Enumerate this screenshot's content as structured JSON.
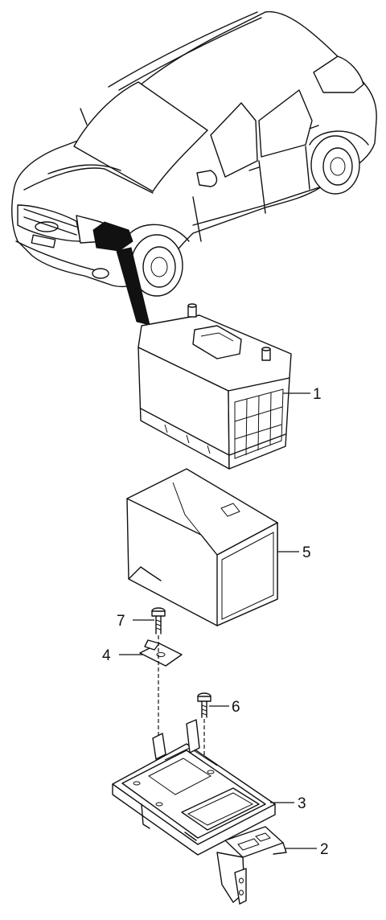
{
  "callouts": [
    {
      "number": "1",
      "part": "battery"
    },
    {
      "number": "2",
      "part": "battery-bracket"
    },
    {
      "number": "3",
      "part": "battery-tray"
    },
    {
      "number": "4",
      "part": "battery-clamp"
    },
    {
      "number": "5",
      "part": "battery-insulation-pad"
    },
    {
      "number": "6",
      "part": "tray-bolt"
    },
    {
      "number": "7",
      "part": "clamp-bolt"
    }
  ],
  "icons": {
    "vehicle": "suv-icon",
    "locator": "location-arrow-icon"
  }
}
